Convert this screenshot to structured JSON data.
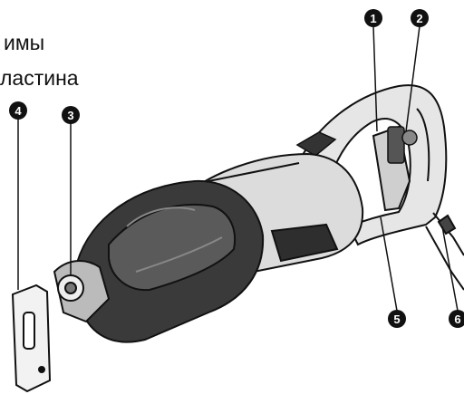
{
  "captions": {
    "line1": "имы",
    "line2": "ластина"
  },
  "callouts": [
    {
      "id": "callout-1",
      "number": "1"
    },
    {
      "id": "callout-2",
      "number": "2"
    },
    {
      "id": "callout-3",
      "number": "3"
    },
    {
      "id": "callout-4",
      "number": "4"
    },
    {
      "id": "callout-5",
      "number": "5"
    },
    {
      "id": "callout-6",
      "number": "6"
    }
  ],
  "colors": {
    "ink": "#111111",
    "body_gray": "#d8d8d8",
    "grip_dark": "#3a3a3a"
  }
}
